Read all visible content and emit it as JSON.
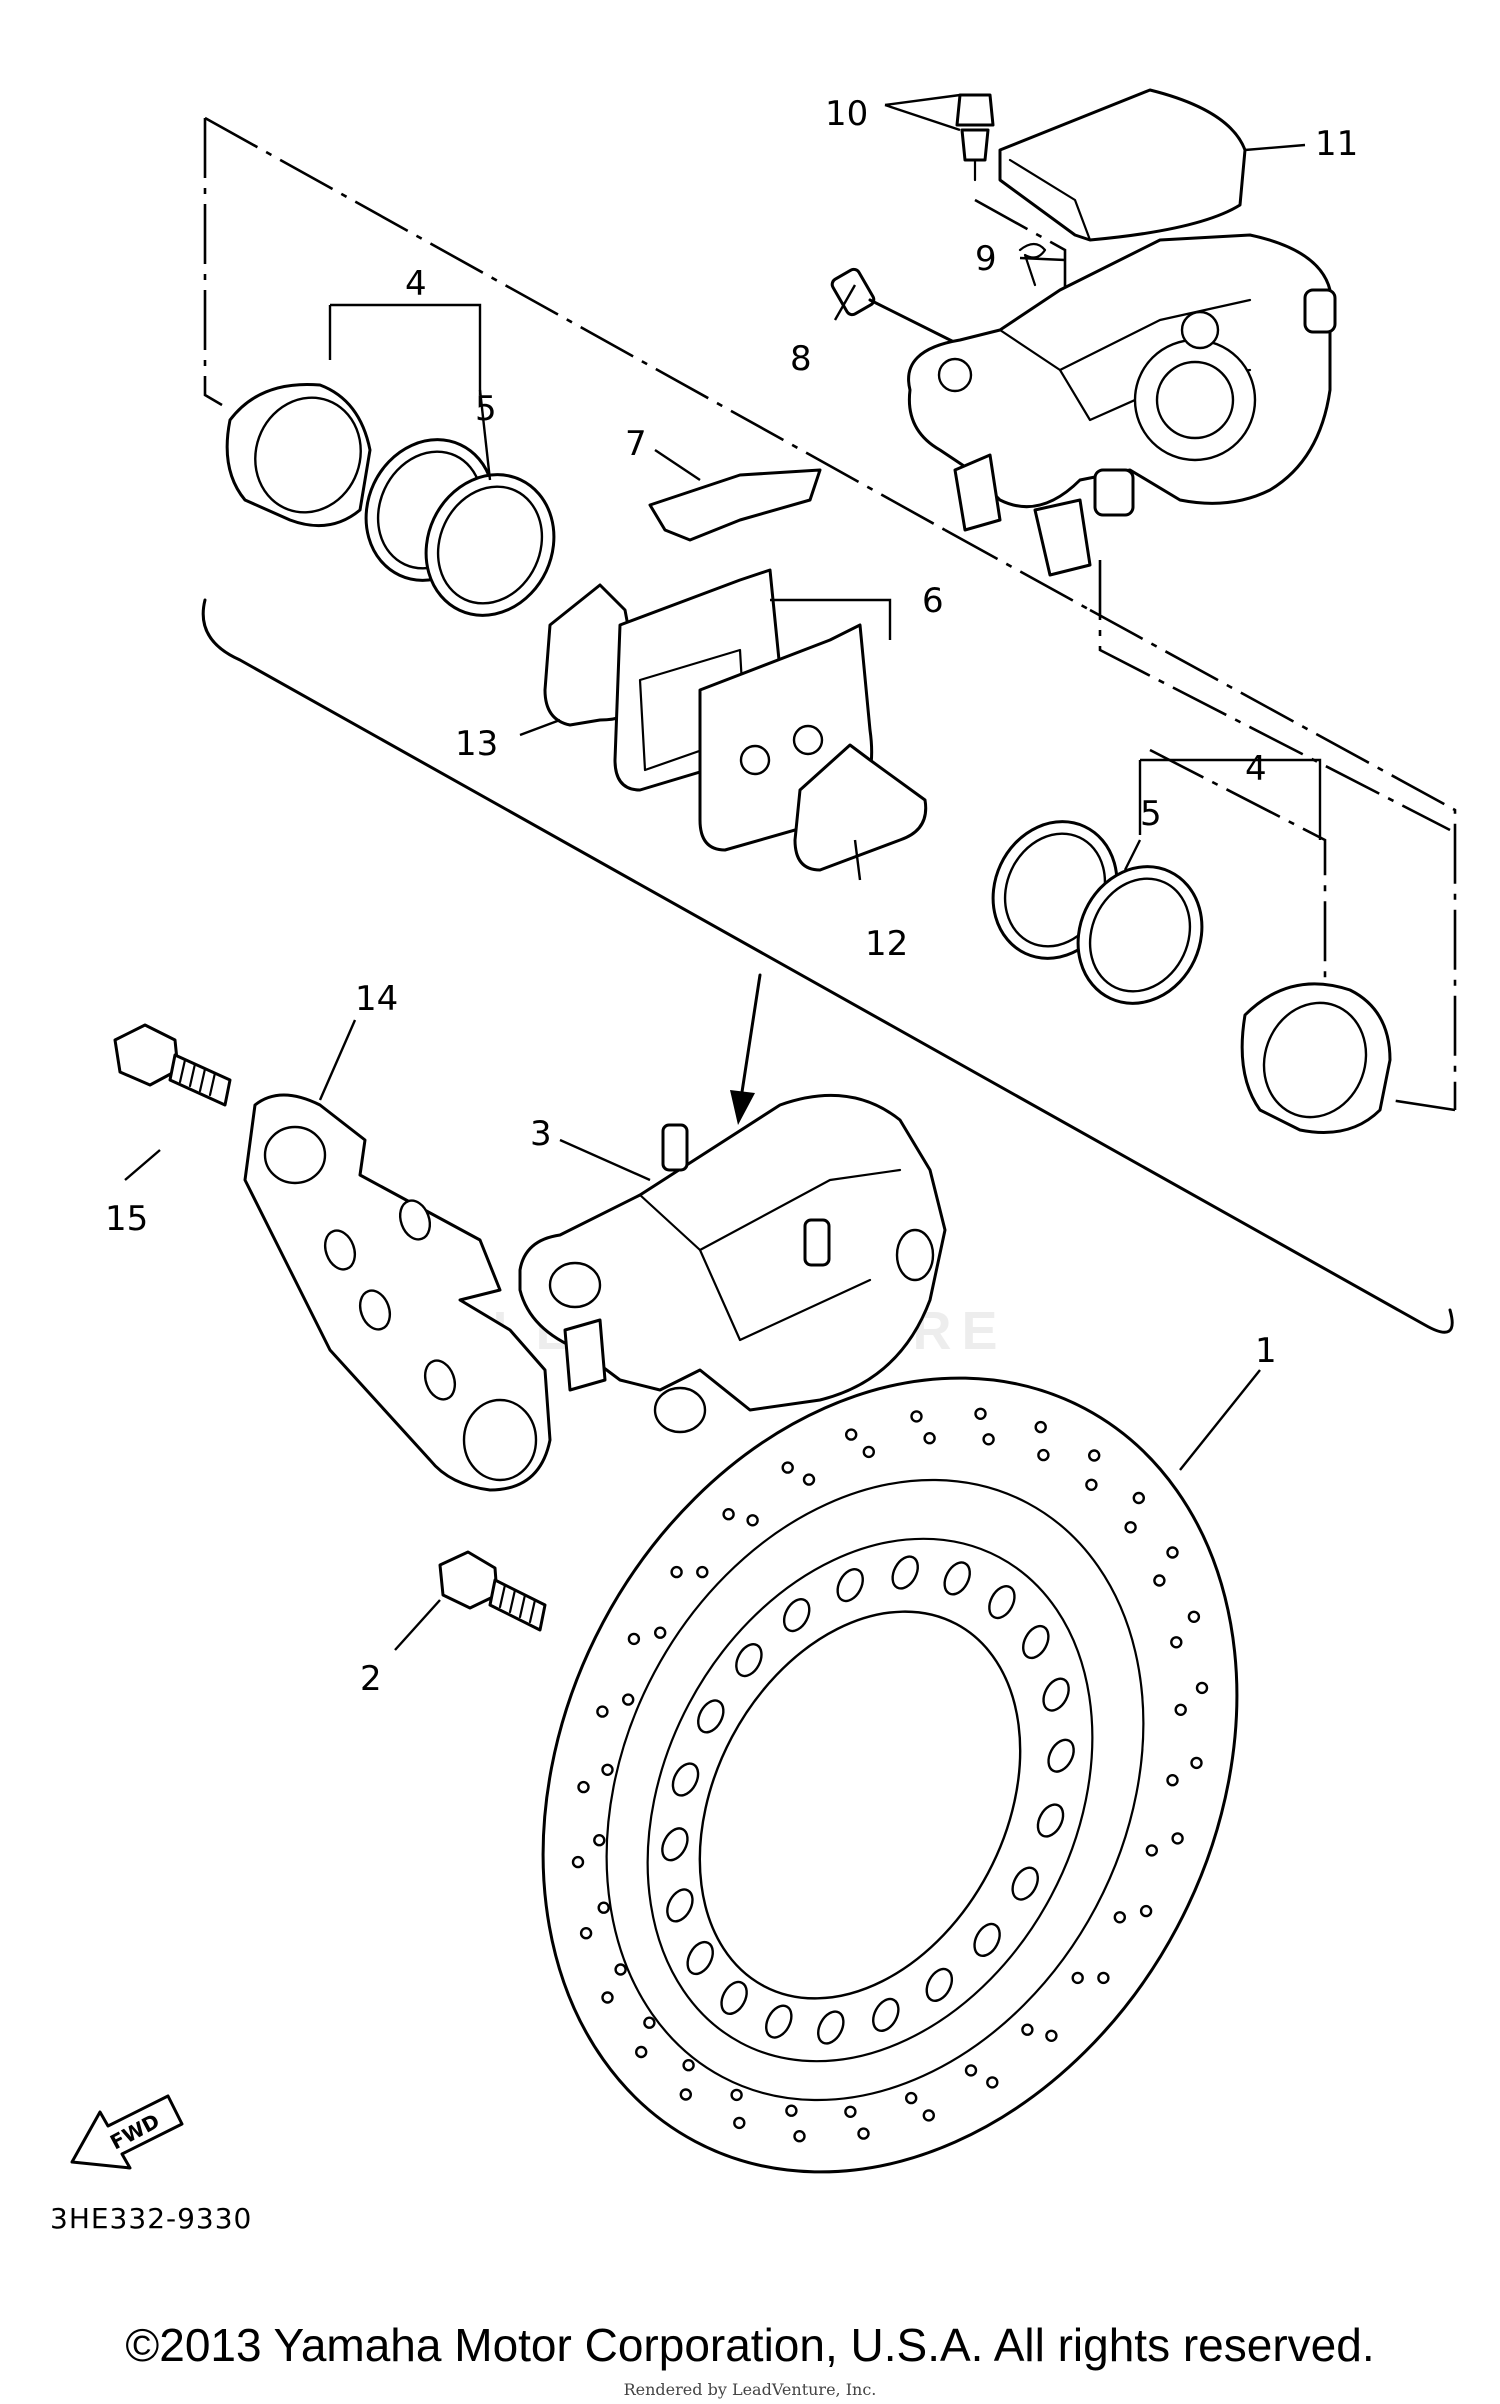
{
  "diagram": {
    "diagram_code": "3HE332-9330",
    "fwd_label": "FWD",
    "callouts": {
      "c1": "1",
      "c2": "2",
      "c3": "3",
      "c4a": "4",
      "c4b": "4",
      "c5a": "5",
      "c5b": "5",
      "c6": "6",
      "c7": "7",
      "c8": "8",
      "c9": "9",
      "c10": "10",
      "c11": "11",
      "c12": "12",
      "c13": "13",
      "c14": "14",
      "c15": "15"
    }
  },
  "footer": {
    "copyright": "©2013 Yamaha Motor Corporation, U.S.A. All rights reserved.",
    "rendered_by": "Rendered by LeadVenture, Inc."
  },
  "watermark": {
    "text": "LEADVENTURE"
  }
}
